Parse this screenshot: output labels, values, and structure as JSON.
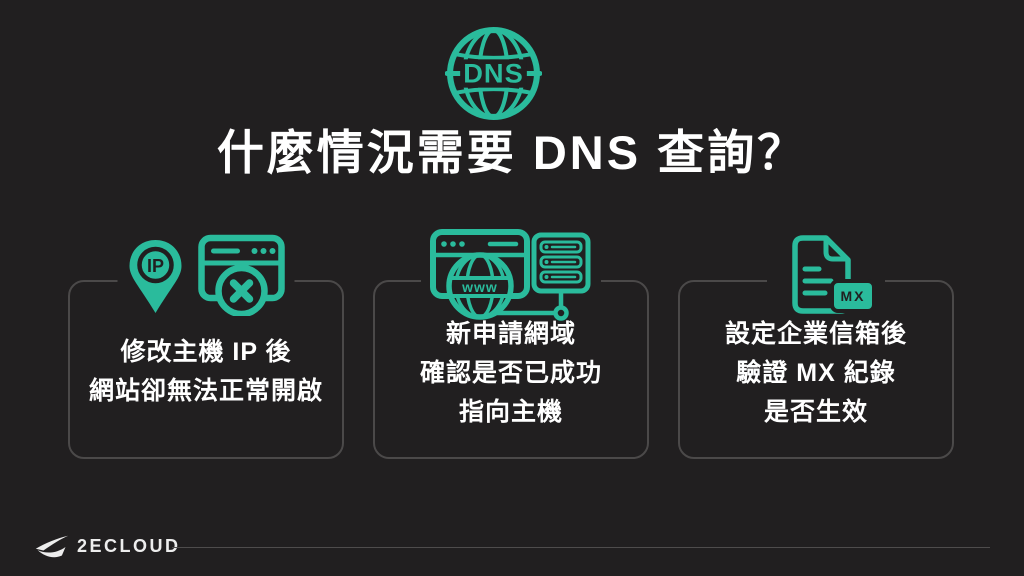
{
  "colors": {
    "background": "#211F20",
    "accent_teal": "#2ABB9C",
    "card_border": "#4B4949",
    "text": "#FFFFFF",
    "footer_line": "#4E4C4C"
  },
  "header": {
    "dns_label": "DNS",
    "title": "什麼情況需要 DNS 查詢？"
  },
  "cards": [
    {
      "icon_labels": {
        "ip": "IP"
      },
      "lines": [
        "修改主機 IP 後",
        "網站卻無法正常開啟"
      ]
    },
    {
      "icon_labels": {
        "www": "www"
      },
      "lines": [
        "新申請網域",
        "確認是否已成功",
        "指向主機"
      ]
    },
    {
      "icon_labels": {
        "mx": "MX"
      },
      "lines": [
        "設定企業信箱後",
        "驗證 MX 紀錄",
        "是否生效"
      ]
    }
  ],
  "footer": {
    "brand": "2ECLOUD"
  }
}
